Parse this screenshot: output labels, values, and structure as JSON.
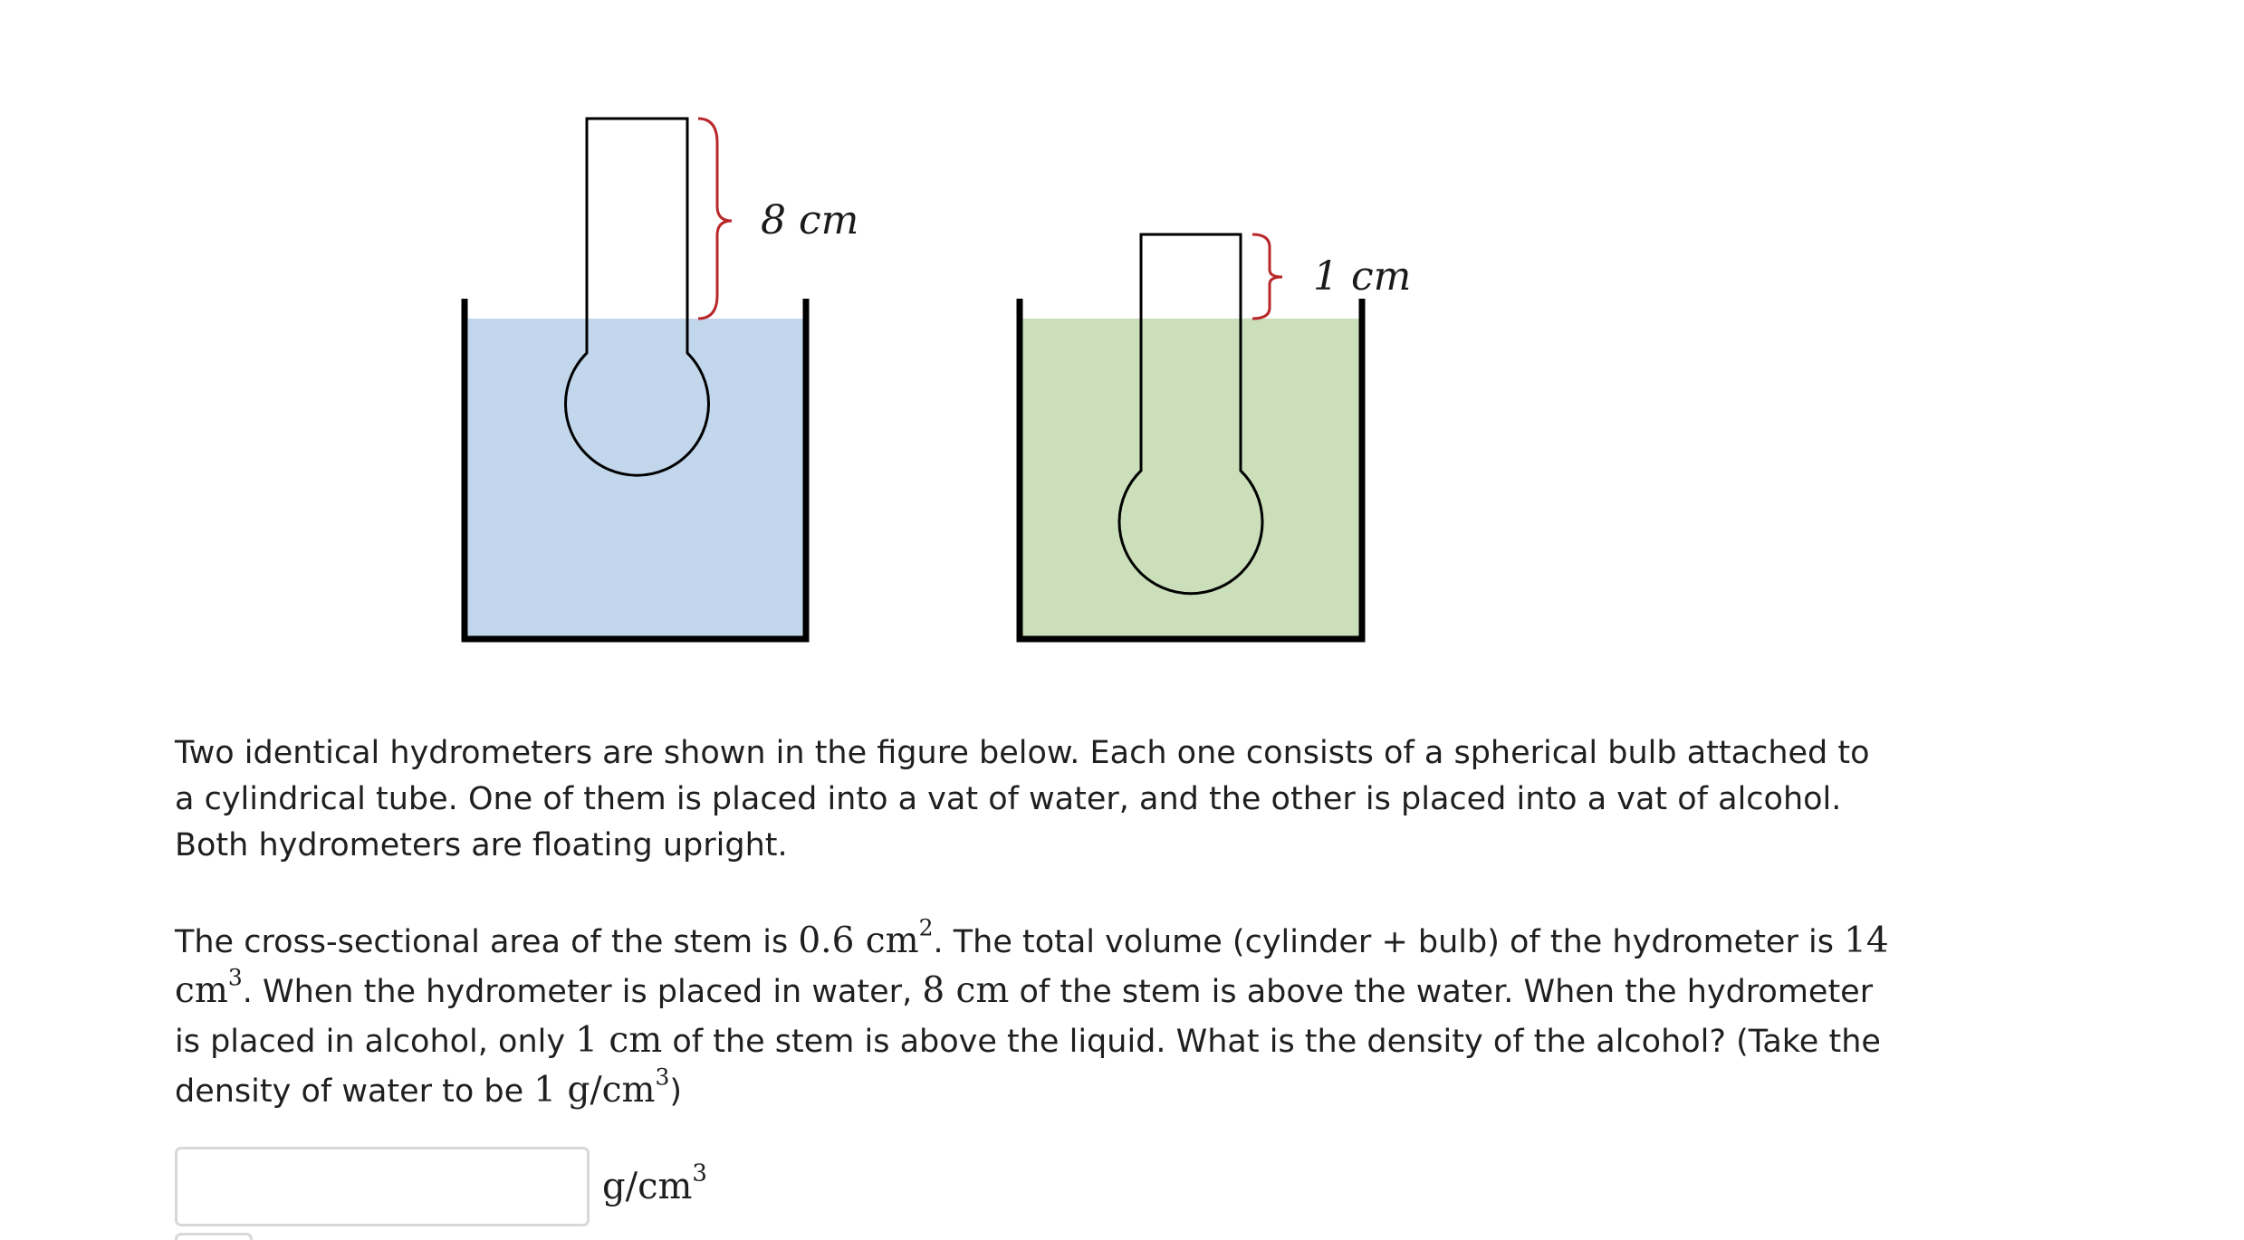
{
  "figure": {
    "water_label": "8 cm",
    "alcohol_label": "1 cm",
    "colors": {
      "water": "#c3d7ec",
      "alcohol": "#cbdfba",
      "brace": "#b8282a",
      "outline": "#000000"
    }
  },
  "problem": {
    "paragraph1": "Two identical hydrometers are shown in the figure below. Each one consists of a spherical bulb attached to a cylindrical tube. One of them is placed into a vat of water, and the other is placed into a vat of alcohol. Both hydrometers are floating upright.",
    "p2_t1": "The cross-sectional area of the stem is ",
    "p2_m1": "0.6 cm",
    "p2_m1_exp": "2",
    "p2_t2": ". The total volume (cylinder + bulb) of the hydrometer is ",
    "p2_m2": "14 cm",
    "p2_m2_exp": "3",
    "p2_t3": ". When the hydrometer is placed in water, ",
    "p2_m3": "8 cm",
    "p2_t4": " of the stem is above the water. When the hydrometer is placed in alcohol, only ",
    "p2_m4": "1 cm",
    "p2_t5": " of the stem is above the liquid. What is the density of the alcohol? (Take the density of water to be ",
    "p2_m5": "1 g/cm",
    "p2_m5_exp": "3",
    "p2_t6": ")"
  },
  "answer": {
    "input_value": "",
    "input_placeholder": "",
    "unit": "g/cm",
    "unit_exp": "3"
  }
}
